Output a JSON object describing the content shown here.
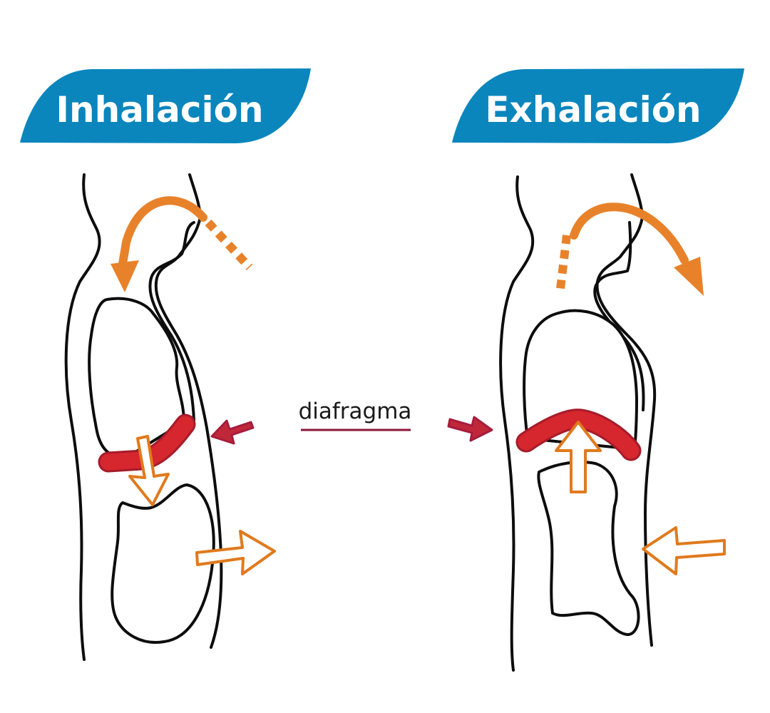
{
  "inhalation": {
    "title": "Inhalación"
  },
  "exhalation": {
    "title": "Exhalación"
  },
  "diaphragm": {
    "label": "diafragma"
  },
  "colors": {
    "banner": "#0a86bd",
    "airflow": "#e8822a",
    "movement_outline": "#e07a1c",
    "diaphragm_fill": "#d6262e",
    "diaphragm_stroke": "#a51c2a",
    "pointer": "#a51c3c",
    "label_underline": "#8a1538",
    "outline": "#0d0d0d"
  },
  "icons": {
    "airflow": "curved-arrow-icon",
    "movement": "hollow-arrow-icon",
    "pointer": "pointer-arrow-icon"
  }
}
